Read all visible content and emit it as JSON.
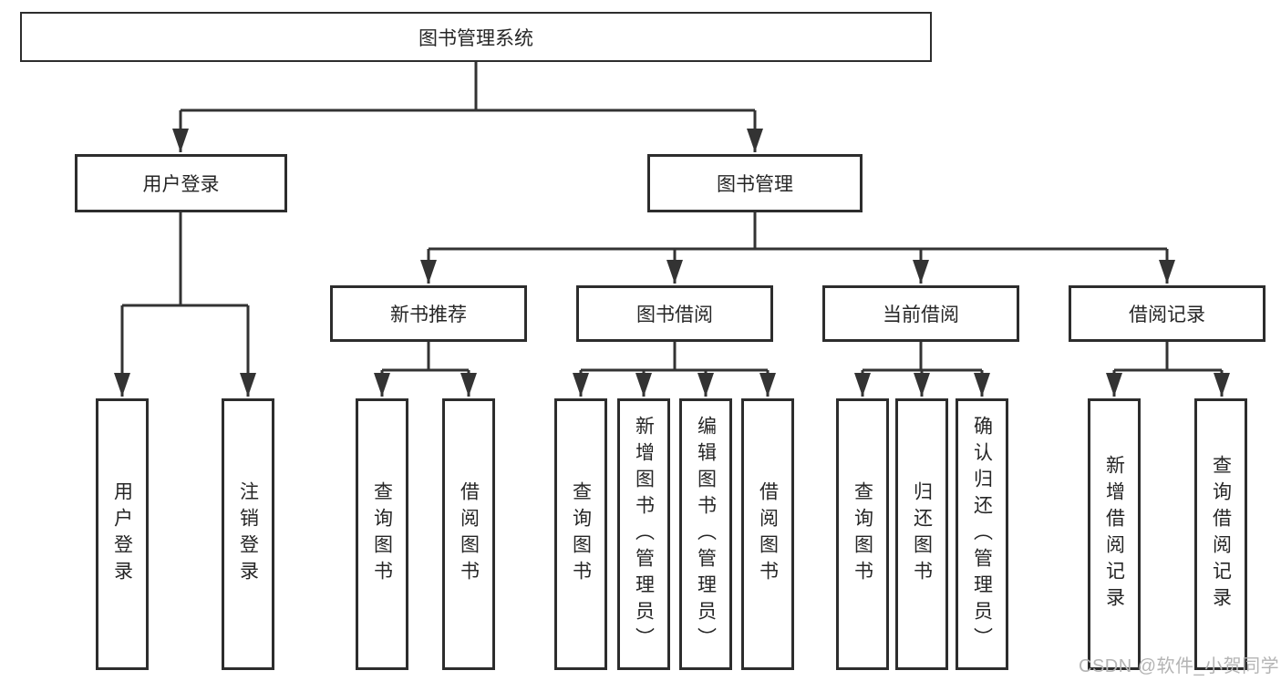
{
  "title": "图书管理系统",
  "tree": {
    "root": {
      "label": "图书管理系统"
    },
    "level2": [
      {
        "label": "用户登录",
        "children": [
          {
            "label": "用户登录"
          },
          {
            "label": "注销登录"
          }
        ]
      },
      {
        "label": "图书管理",
        "children": [
          {
            "label": "新书推荐",
            "children": [
              {
                "label": "查询图书"
              },
              {
                "label": "借阅图书"
              }
            ]
          },
          {
            "label": "图书借阅",
            "children": [
              {
                "label": "查询图书"
              },
              {
                "label": "新增图书（管理员）"
              },
              {
                "label": "编辑图书（管理员）"
              },
              {
                "label": "借阅图书"
              }
            ]
          },
          {
            "label": "当前借阅",
            "children": [
              {
                "label": "查询图书"
              },
              {
                "label": "归还图书"
              },
              {
                "label": "确认归还（管理员）"
              }
            ]
          },
          {
            "label": "借阅记录",
            "children": [
              {
                "label": "新增借阅记录"
              },
              {
                "label": "查询借阅记录"
              }
            ]
          }
        ]
      }
    ]
  },
  "watermark": {
    "text": "CSDN @软件_小贺同学"
  },
  "colors": {
    "line": "#333333",
    "border": "#2d2d2d",
    "text": "#262626",
    "watermark": "#b4b4b4",
    "background": "#ffffff"
  }
}
